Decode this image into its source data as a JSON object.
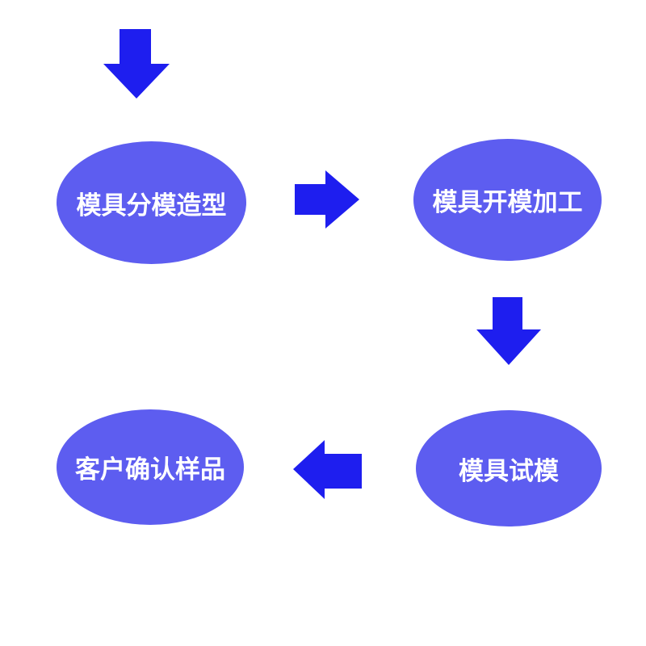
{
  "colors": {
    "background": "#ffffff",
    "node_fill": "#5d5df0",
    "arrow_fill": "#1e1eef",
    "node_text": "#ffffff"
  },
  "nodes": [
    {
      "label": "模具分模造型"
    },
    {
      "label": "模具开模加工"
    },
    {
      "label": "模具试模"
    },
    {
      "label": "客户确认样品"
    }
  ],
  "arrows": [
    {
      "direction": "down"
    },
    {
      "direction": "right"
    },
    {
      "direction": "down"
    },
    {
      "direction": "left"
    }
  ]
}
